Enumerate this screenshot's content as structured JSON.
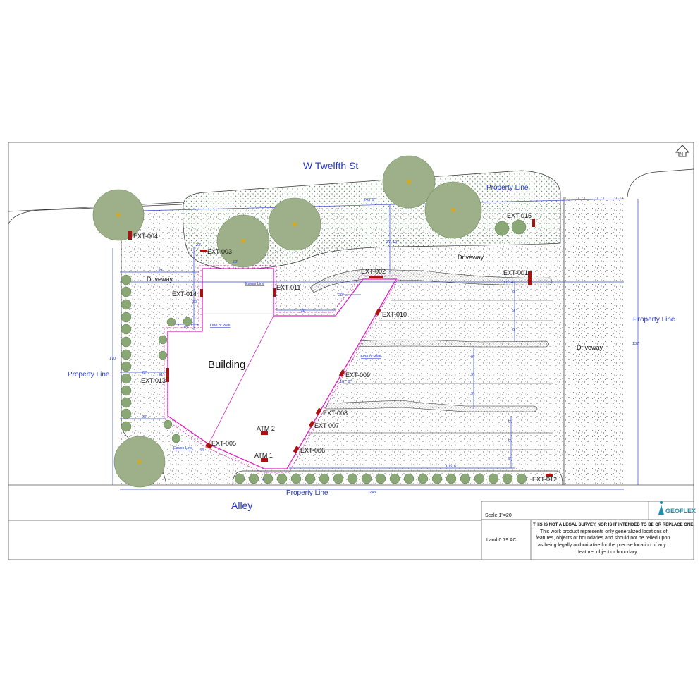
{
  "streets": {
    "north": "W Twelfth St",
    "south": "Alley"
  },
  "labels": {
    "building": "Building",
    "driveway": "Driveway",
    "property_line": "Property Line",
    "eaves_line": "Eaves Line",
    "line_of_wall": "Line of Wall"
  },
  "markers": [
    "EXT-001",
    "EXT-002",
    "EXT-003",
    "EXT-004",
    "EXT-005",
    "EXT-006",
    "EXT-007",
    "EXT-008",
    "EXT-009",
    "EXT-010",
    "EXT-011",
    "EXT-012",
    "EXT-013",
    "EXT-014",
    "EXT-015",
    "ATM 1",
    "ATM 2"
  ],
  "dimensions": {
    "top_property": "243' 9\"",
    "bottom_property": "243'",
    "left_property": "170'",
    "right_property": "137'",
    "d_39": "39'",
    "d_30": "30'",
    "d_22": "22'",
    "d_41": "41'",
    "d_23": "23'",
    "d_44": "44'",
    "d_5": "5'",
    "d_20": "20'",
    "d_28": "28'",
    "d_37_10": "37'-10\"",
    "d_111": "111' 4\"",
    "d_107": "107' 9\"",
    "d_106": "106' 8\"",
    "d_9": "9'",
    "d_18": "18'",
    "d_52": "52'",
    "d_23b": "23'"
  },
  "title_block": {
    "scale": "Scale:1\"=20'",
    "land": "Land:0.79 AC",
    "disclaimer_bold": "THIS IS NOT A LEGAL SURVEY, NOR IS IT INTENDED TO BE OR REPLACE ONE.",
    "disclaimer_lines": [
      "This work product represents only generalized locations of",
      "features, objects or boundaries and should not be relied upon",
      "as being legally authoritative for the precise location of any",
      "feature, object or boundary."
    ],
    "logo_text": "GEOFLEX"
  },
  "colors": {
    "street_text": "#2233cc",
    "marker": "#aa1111",
    "building_outline": "#e020c0",
    "property_line": "#3344cc",
    "tree": "#7f9a6a",
    "shrub": "#8aa876"
  }
}
